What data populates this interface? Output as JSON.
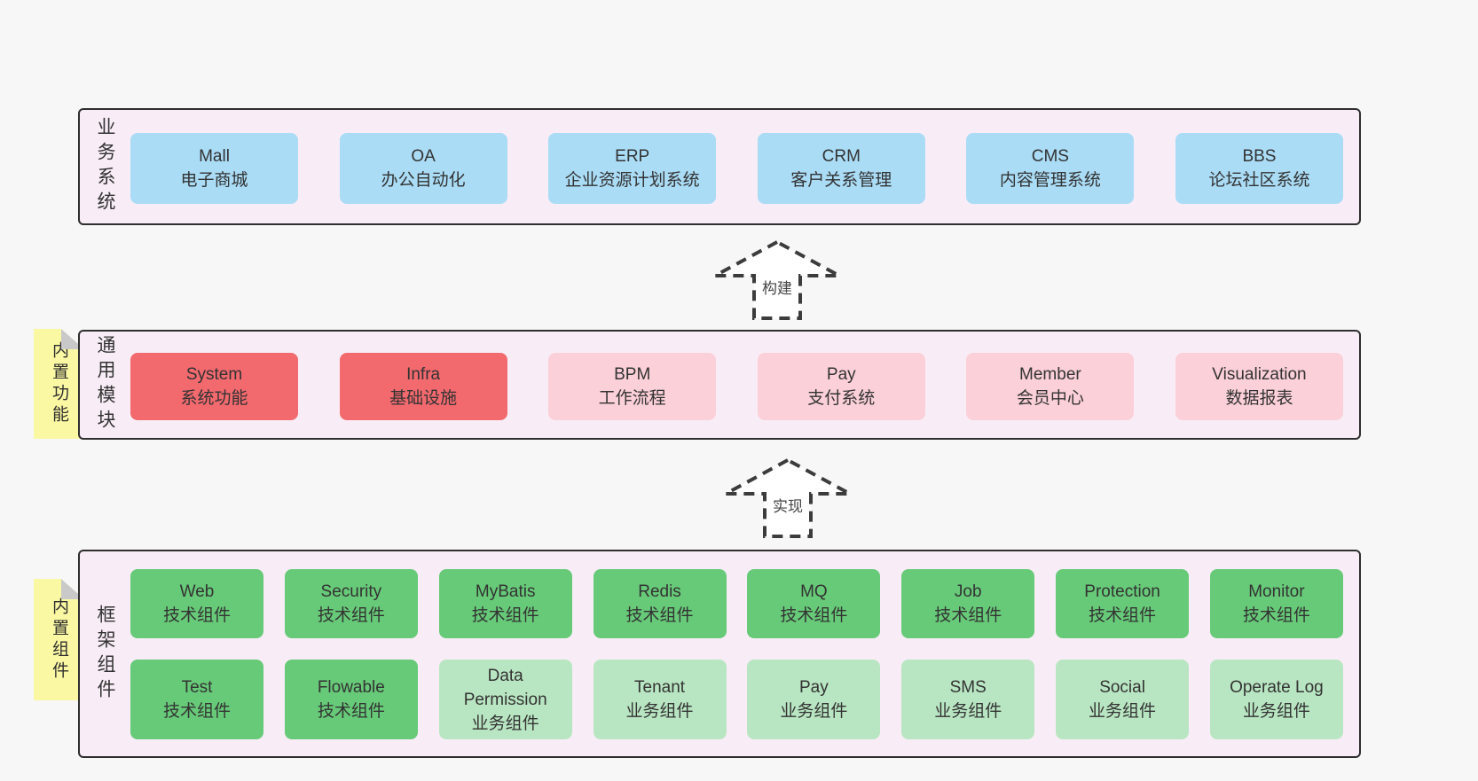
{
  "colors": {
    "page_background": "#f7f7f7",
    "section_background": "#f8edf6",
    "section_border": "#2e2e2e",
    "business_box": "#aadcf6",
    "core_module_box": "#f2696e",
    "optional_module_box": "#fbd0d8",
    "tech_component_box": "#67ca78",
    "biz_component_box": "#b9e6c2",
    "note_background": "#fbf8a3",
    "note_fold": "#c9c9c9",
    "text": "#333333"
  },
  "sections": {
    "business": {
      "label": "业务系统",
      "boxes": [
        {
          "en": "Mall",
          "cn": "电子商城"
        },
        {
          "en": "OA",
          "cn": "办公自动化"
        },
        {
          "en": "ERP",
          "cn": "企业资源计划系统"
        },
        {
          "en": "CRM",
          "cn": "客户关系管理"
        },
        {
          "en": "CMS",
          "cn": "内容管理系统"
        },
        {
          "en": "BBS",
          "cn": "论坛社区系统"
        }
      ]
    },
    "modules": {
      "label": "通用模块",
      "note": "内置功能",
      "boxes": [
        {
          "en": "System",
          "cn": "系统功能",
          "variant": "core"
        },
        {
          "en": "Infra",
          "cn": "基础设施",
          "variant": "core"
        },
        {
          "en": "BPM",
          "cn": "工作流程",
          "variant": "optional"
        },
        {
          "en": "Pay",
          "cn": "支付系统",
          "variant": "optional"
        },
        {
          "en": "Member",
          "cn": "会员中心",
          "variant": "optional"
        },
        {
          "en": "Visualization",
          "cn": "数据报表",
          "variant": "optional"
        }
      ]
    },
    "framework": {
      "label": "框架组件",
      "note": "内置组件",
      "row1": [
        {
          "en": "Web",
          "cn": "技术组件",
          "variant": "tech"
        },
        {
          "en": "Security",
          "cn": "技术组件",
          "variant": "tech"
        },
        {
          "en": "MyBatis",
          "cn": "技术组件",
          "variant": "tech"
        },
        {
          "en": "Redis",
          "cn": "技术组件",
          "variant": "tech"
        },
        {
          "en": "MQ",
          "cn": "技术组件",
          "variant": "tech"
        },
        {
          "en": "Job",
          "cn": "技术组件",
          "variant": "tech"
        },
        {
          "en": "Protection",
          "cn": "技术组件",
          "variant": "tech"
        },
        {
          "en": "Monitor",
          "cn": "技术组件",
          "variant": "tech"
        }
      ],
      "row2": [
        {
          "en": "Test",
          "cn": "技术组件",
          "variant": "tech"
        },
        {
          "en": "Flowable",
          "cn": "技术组件",
          "variant": "tech"
        },
        {
          "en": "Data Permission",
          "cn": "业务组件",
          "variant": "biz"
        },
        {
          "en": "Tenant",
          "cn": "业务组件",
          "variant": "biz"
        },
        {
          "en": "Pay",
          "cn": "业务组件",
          "variant": "biz"
        },
        {
          "en": "SMS",
          "cn": "业务组件",
          "variant": "biz"
        },
        {
          "en": "Social",
          "cn": "业务组件",
          "variant": "biz"
        },
        {
          "en": "Operate Log",
          "cn": "业务组件",
          "variant": "biz"
        }
      ]
    }
  },
  "arrows": {
    "build": {
      "label": "构建"
    },
    "implement": {
      "label": "实现"
    }
  }
}
